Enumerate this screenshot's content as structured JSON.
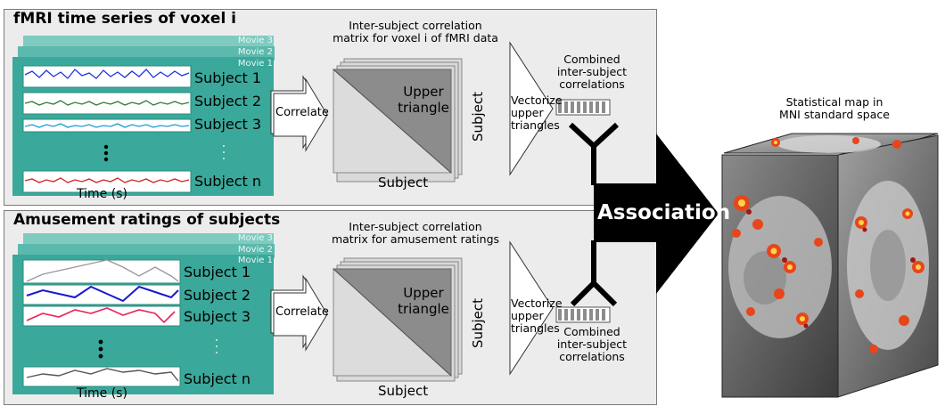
{
  "top": {
    "title": "fMRI time series of voxel i",
    "movies": [
      "Movie 3",
      "Movie 2",
      "Movie 1"
    ],
    "subjects": [
      "Subject 1",
      "Subject 2",
      "Subject 3",
      "Subject n"
    ],
    "time_label": "Time (s)",
    "correlate_label": "Correlate",
    "matrix_title_line1": "Inter-subject correlation",
    "matrix_title_line2": "matrix for voxel i of fMRI data",
    "upper_line1": "Upper",
    "upper_line2": "triangle",
    "subject_axis": "Subject",
    "vectorize_line1": "Vectorize",
    "vectorize_line2": "upper",
    "vectorize_line3": "triangles",
    "combined_line1": "Combined",
    "combined_line2": "inter-subject",
    "combined_line3": "correlations",
    "series_colors": [
      "#2233dd",
      "#2e7d32",
      "#1e9bd6",
      "#d32222"
    ]
  },
  "bottom": {
    "title": "Amusement ratings of subjects",
    "movies": [
      "Movie 3",
      "Movie 2",
      "Movie 1"
    ],
    "subjects": [
      "Subject 1",
      "Subject 2",
      "Subject 3",
      "Subject n"
    ],
    "time_label": "Time (s)",
    "correlate_label": "Correlate",
    "matrix_title_line1": "Inter-subject correlation",
    "matrix_title_line2": "matrix for amusement ratings",
    "upper_line1": "Upper",
    "upper_line2": "triangle",
    "subject_axis": "Subject",
    "vectorize_line1": "Vectorize",
    "vectorize_line2": "upper",
    "vectorize_line3": "triangles",
    "combined_line1": "Combined",
    "combined_line2": "inter-subject",
    "combined_line3": "correlations",
    "series_colors": [
      "#999999",
      "#1a1acc",
      "#e8245a",
      "#555555"
    ]
  },
  "association_label": "Association",
  "map": {
    "title_line1": "Statistical map in",
    "title_line2": "MNI standard space"
  },
  "colors": {
    "teal": "#3aa89a",
    "teal_light": "#7fcbc0",
    "panel_bg": "#ececec",
    "matrix_dark": "#8c8c8c",
    "matrix_light": "#d9d9d9",
    "arrow_black": "#000000"
  }
}
